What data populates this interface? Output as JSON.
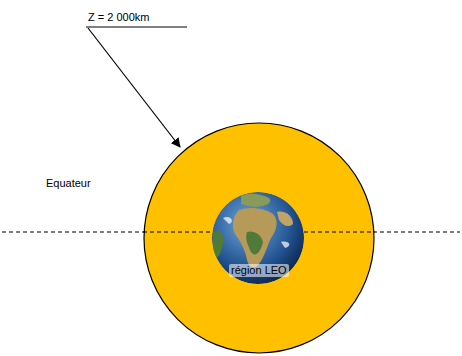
{
  "diagram": {
    "nodes": [
      {
        "text": [
          "région LEO"
        ]
      }
    ],
    "labels": [
      "Z = 2 000km",
      "Equateur"
    ]
  }
}
